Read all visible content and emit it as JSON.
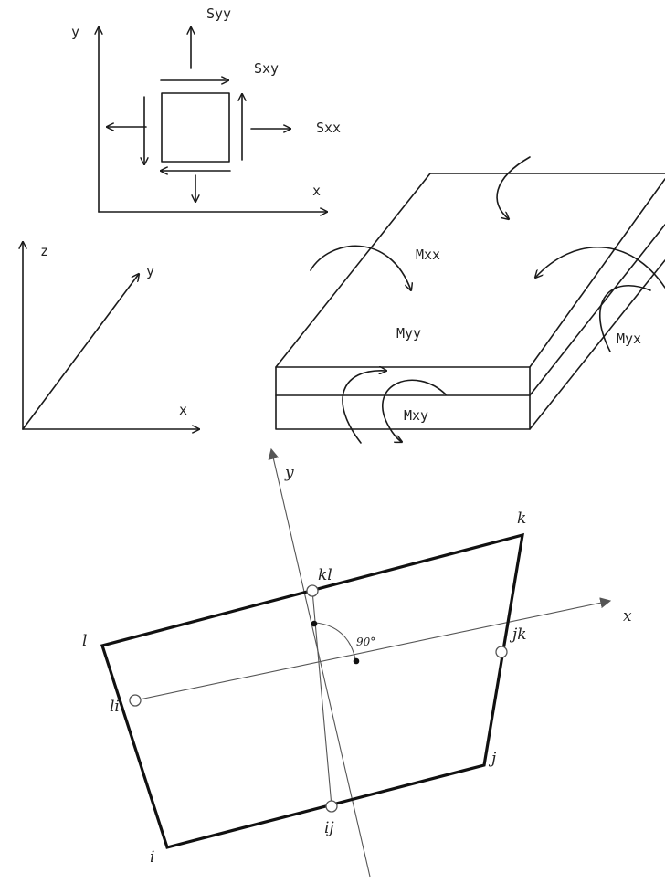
{
  "stress": {
    "axis_y": "y",
    "axis_x": "x",
    "syy": "Syy",
    "sxy": "Sxy",
    "sxx": "Sxx"
  },
  "plate": {
    "axis_z": "z",
    "axis_y": "y",
    "axis_x": "x",
    "mxx": "Mxx",
    "myy": "Myy",
    "mxy": "Mxy",
    "myx": "Myx"
  },
  "element": {
    "axis_y": "y",
    "axis_x": "x",
    "nodes": {
      "i": "i",
      "j": "j",
      "k": "k",
      "l": "l",
      "ij": "ij",
      "jk": "jk",
      "kl": "kl",
      "li": "li"
    },
    "angle": "90°"
  }
}
